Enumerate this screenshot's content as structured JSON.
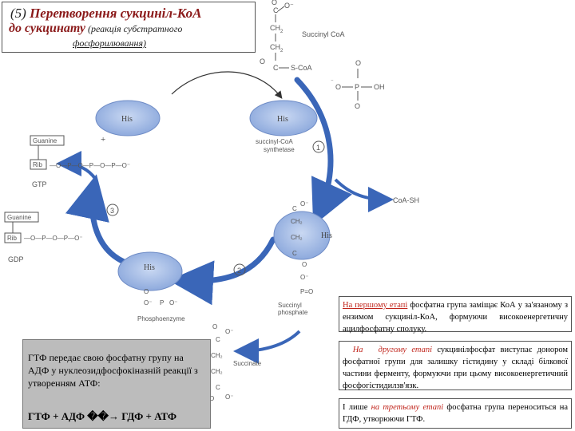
{
  "title": {
    "line1_num": "(5)",
    "line1_red": "Перетворення сукциніл-КоА",
    "line2_red": "до сукцинату",
    "line2_small": " (реакція субстратного",
    "line3": "фосфорилювання)"
  },
  "diagram": {
    "succinyl_coa": "Succinyl CoA",
    "his": "His",
    "synthetase": [
      "succinyl-CoA",
      "synthetase"
    ],
    "step1": "1",
    "step2": "2",
    "step3": "3",
    "coa_sh": "CoA-SH",
    "succinyl_phosphate": [
      "Succinyl",
      "phosphate"
    ],
    "phosphoenzyme": "Phosphoenzyme",
    "succinate": "Succinate",
    "gtp": "GTP",
    "gdp": "GDP",
    "guanine": "Guanine",
    "rib": "Rib",
    "plus": "+",
    "s_coa": "S-CoA",
    "ch2": "CH2",
    "oh": "OH",
    "o_minus": "O⁻"
  },
  "grey_box": {
    "text": "ГТФ передає свою фосфатну групу на АДФ у нуклеозидфосфокіназній реакції з утворенням АТФ:",
    "equation": "ГТФ + АДФ ��→ ГДФ + АТФ"
  },
  "note1": {
    "red": "На першому етапі",
    "text": " фосфатна група заміщає КоА у за'язаному з ензимом сукциніл-КоА, формуючи високоенергетичну ацилфосфатну сполуку."
  },
  "note2": {
    "red1": "На",
    "red2": "другому етапі",
    "text": " сукцинілфосфат виступає донором фосфатної групи для залишку гістидину у складі білкової частини ферменту, формуючи при цьому високоенергетичний фосфогістидилзв'язк."
  },
  "note3": {
    "text1": "І лише ",
    "red": "на третьому етапі",
    "text2": " фосфатна група переноситься на ГДФ, утворюючи ГТФ."
  }
}
